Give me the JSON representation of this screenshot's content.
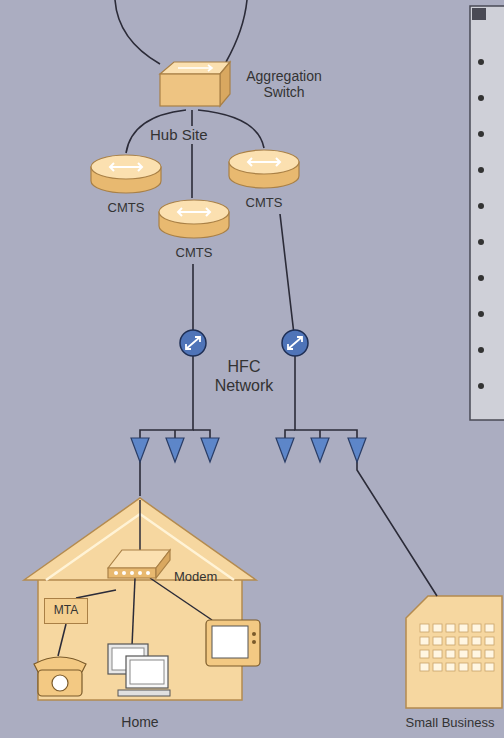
{
  "diagram": {
    "nodes": [
      {
        "text": [
          "Aggregation Switch"
        ]
      },
      {
        "text": [
          "CMTS"
        ]
      },
      {
        "text": [
          "CMTS"
        ]
      },
      {
        "text": [
          "CMTS"
        ]
      },
      {
        "text": [
          "Home"
        ]
      },
      {
        "text": [
          "Modem"
        ],
        "in": 4
      },
      {
        "text": [
          "MTA"
        ],
        "in": 4
      },
      {
        "text": [
          "Small Business"
        ]
      }
    ],
    "edges": [
      {
        "from": 0,
        "to": 1,
        "arrow": "none"
      },
      {
        "from": 0,
        "to": 2,
        "arrow": "none"
      },
      {
        "from": 0,
        "to": 3,
        "arrow": "none"
      },
      {
        "from": 2,
        "to": 4,
        "arrow": "none"
      },
      {
        "from": 3,
        "to": 7,
        "arrow": "none"
      },
      {
        "from": 5,
        "to": 6,
        "arrow": "none"
      }
    ],
    "labels": [
      "Hub Site",
      "HFC Network"
    ]
  }
}
